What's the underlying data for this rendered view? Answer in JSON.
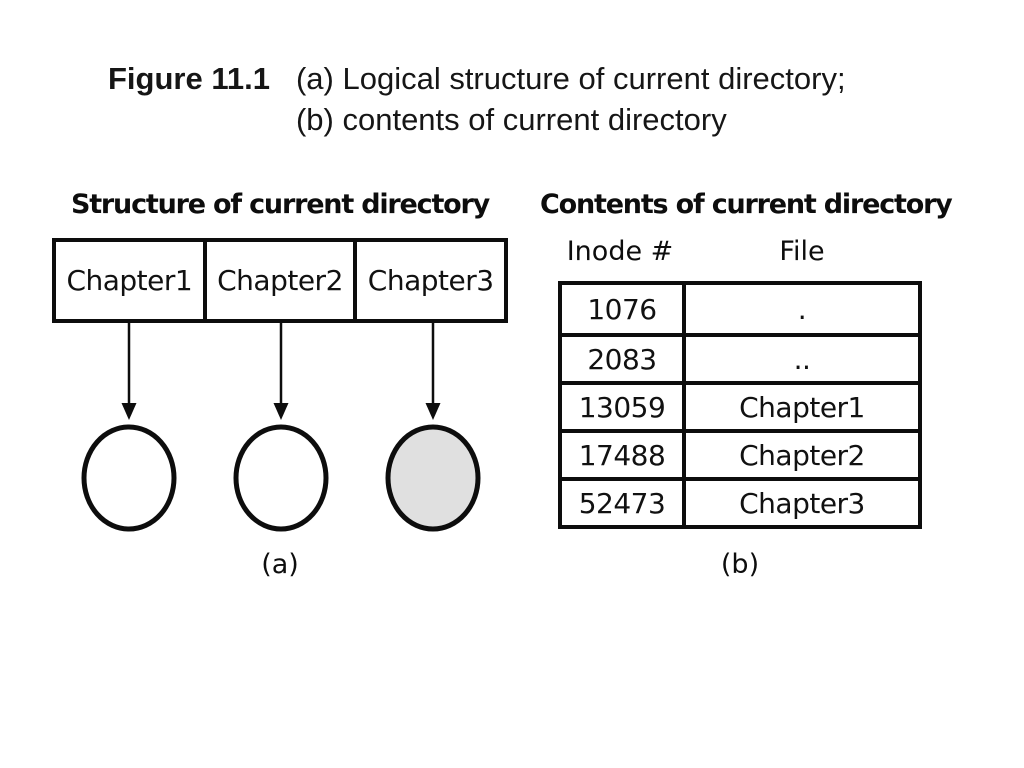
{
  "title": {
    "figure_label": "Figure 11.1",
    "line1": "(a) Logical structure of current directory;",
    "line2": "(b) contents of current directory"
  },
  "diagram_a": {
    "heading": "Structure of current directory",
    "boxes": [
      "Chapter1",
      "Chapter2",
      "Chapter3"
    ],
    "caption": "(a)"
  },
  "diagram_b": {
    "heading": "Contents of current directory",
    "columns": [
      "Inode #",
      "File"
    ],
    "rows": [
      {
        "inode": "1076",
        "file": "."
      },
      {
        "inode": "2083",
        "file": ".."
      },
      {
        "inode": "13059",
        "file": "Chapter1"
      },
      {
        "inode": "17488",
        "file": "Chapter2"
      },
      {
        "inode": "52473",
        "file": "Chapter3"
      }
    ],
    "caption": "(b)"
  },
  "colors": {
    "ink": "#0d0d0d",
    "plain_circle_fill": "#ffffff",
    "shaded_circle_fill": "#e0e0e0",
    "background": "#ffffff"
  }
}
